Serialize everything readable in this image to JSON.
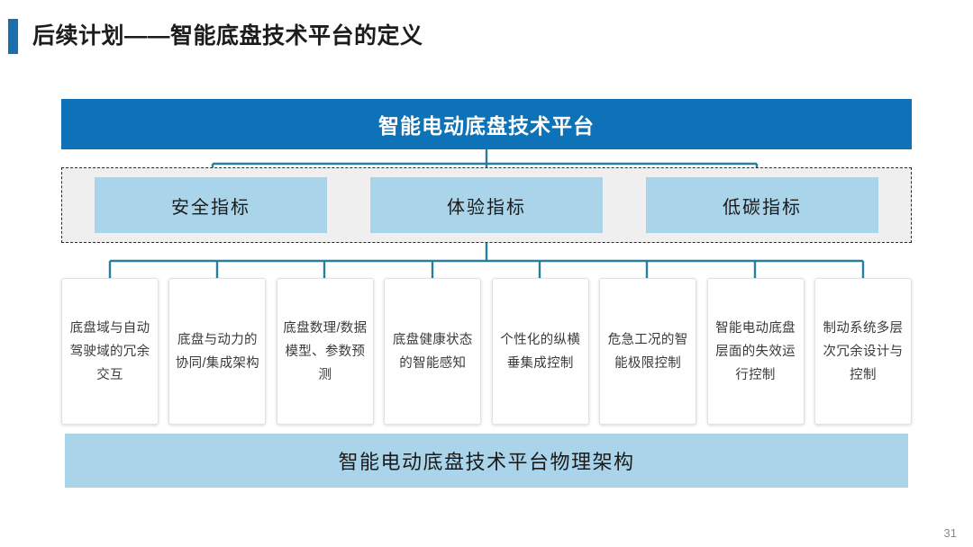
{
  "slide": {
    "title": "后续计划——智能底盘技术平台的定义",
    "page_number": "31",
    "accent_color": "#1a6fac"
  },
  "diagram": {
    "platform_header": {
      "label": "智能电动底盘技术平台",
      "color": "#0d72b8",
      "text_color": "#ffffff"
    },
    "indicator_zone": {
      "background": "#efefef",
      "border_style": "dashed",
      "box_color": "#a9d4ea",
      "items": [
        {
          "label": "安全指标"
        },
        {
          "label": "体验指标"
        },
        {
          "label": "低碳指标"
        }
      ]
    },
    "technology_cards": [
      {
        "label": "底盘域与自动驾驶域的冗余交互"
      },
      {
        "label": "底盘与动力的协同/集成架构"
      },
      {
        "label": "底盘数理/数据模型、参数预测"
      },
      {
        "label": "底盘健康状态的智能感知"
      },
      {
        "label": "个性化的纵横垂集成控制"
      },
      {
        "label": "危急工况的智能极限控制"
      },
      {
        "label": "智能电动底盘层面的失效运行控制"
      },
      {
        "label": "制动系统多层次冗余设计与控制"
      }
    ],
    "physical_architecture": {
      "label": "智能电动底盘技术平台物理架构",
      "color": "#a9d4ea"
    },
    "connector_color": "#2b7d9e"
  }
}
